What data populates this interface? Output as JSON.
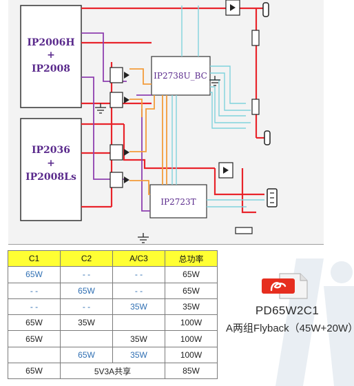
{
  "diagram": {
    "blocks": {
      "ip2006h": [
        "IP2006H",
        "+",
        "IP2008"
      ],
      "ip2036": [
        "IP2036",
        "+",
        "IP2008Ls"
      ],
      "ip2738": "IP2738U_BC",
      "ip2723": "IP2723T"
    }
  },
  "table": {
    "headers": [
      "C1",
      "C2",
      "A/C3",
      "总功率"
    ],
    "rows": [
      [
        "65W",
        "- -",
        "- -",
        "65W"
      ],
      [
        "- -",
        "65W",
        "- -",
        "65W"
      ],
      [
        "- -",
        "- -",
        "35W",
        "35W"
      ],
      [
        "65W",
        "35W",
        "",
        "100W"
      ],
      [
        "65W",
        "",
        "35W",
        "100W"
      ],
      [
        "",
        "65W",
        "35W",
        "100W"
      ]
    ],
    "last_row": {
      "c1": "65W",
      "shared": "5V3A共享",
      "total": "85W"
    }
  },
  "product": {
    "title": "PD65W2C1",
    "subtitle": "A两组Flyback（45W+20W）"
  },
  "colors": {
    "red": "#e8232a",
    "purple": "#8e3fb0",
    "orange": "#f39c3a",
    "teal": "#7fd3dc",
    "blue_text": "#2f6fb3",
    "header_yellow": "#ffff33"
  }
}
